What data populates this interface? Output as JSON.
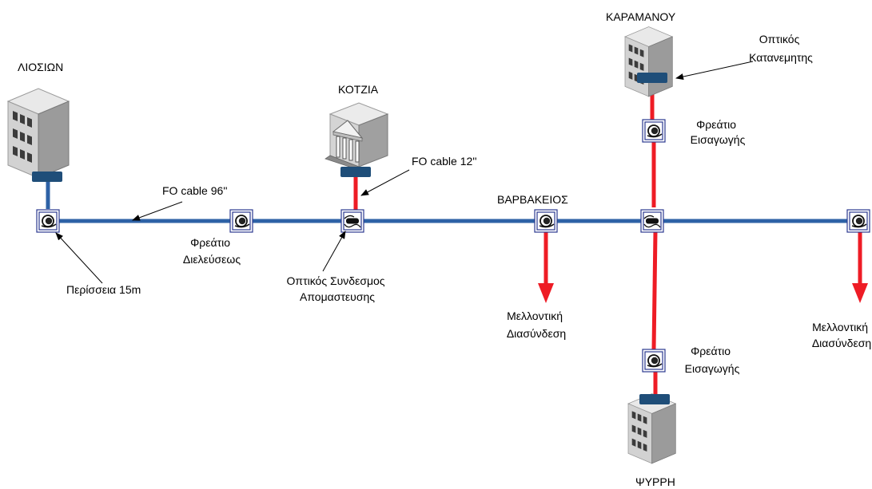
{
  "colors": {
    "trunk": "#2e62a6",
    "branch": "#ee1c25",
    "connector": "#1f4e79",
    "manhole_border": "#2b3990"
  },
  "buildings": {
    "liosion": "ΛΙΟΣΙΩΝ",
    "kotzia": "ΚΟΤΖΙΑ",
    "karamanou": "ΚΑΡΑΜΑΝΟΥ",
    "psyrri": "ΨΥΡΡΗ",
    "varvakeios": "ΒΑΡΒΑΚΕΙΟΣ"
  },
  "labels": {
    "optikos_katanemitis": [
      "Οπτικός",
      "Κατανεμητης"
    ],
    "freatio_eisagogis_top": [
      "Φρεάτιο",
      "Εισαγωγής"
    ],
    "freatio_eisagogis_bottom": [
      "Φρεάτιο",
      "Εισαγωγής"
    ],
    "freatio_dieleuseos": [
      "Φρεάτιο",
      "Διελεύσεως"
    ],
    "optikos_syndesmos": [
      "Οπτικός Συνδεσμος",
      "Απομαστευσης"
    ],
    "mellontiki_left": [
      "Μελλοντική",
      "Διασύνδεση"
    ],
    "mellontiki_right": [
      "Μελλοντική",
      "Διασύνδεση"
    ],
    "perisseia": "Περίσσεια 15m",
    "fo_96": "FO cable 96''",
    "fo_12": "FO cable 12''"
  }
}
